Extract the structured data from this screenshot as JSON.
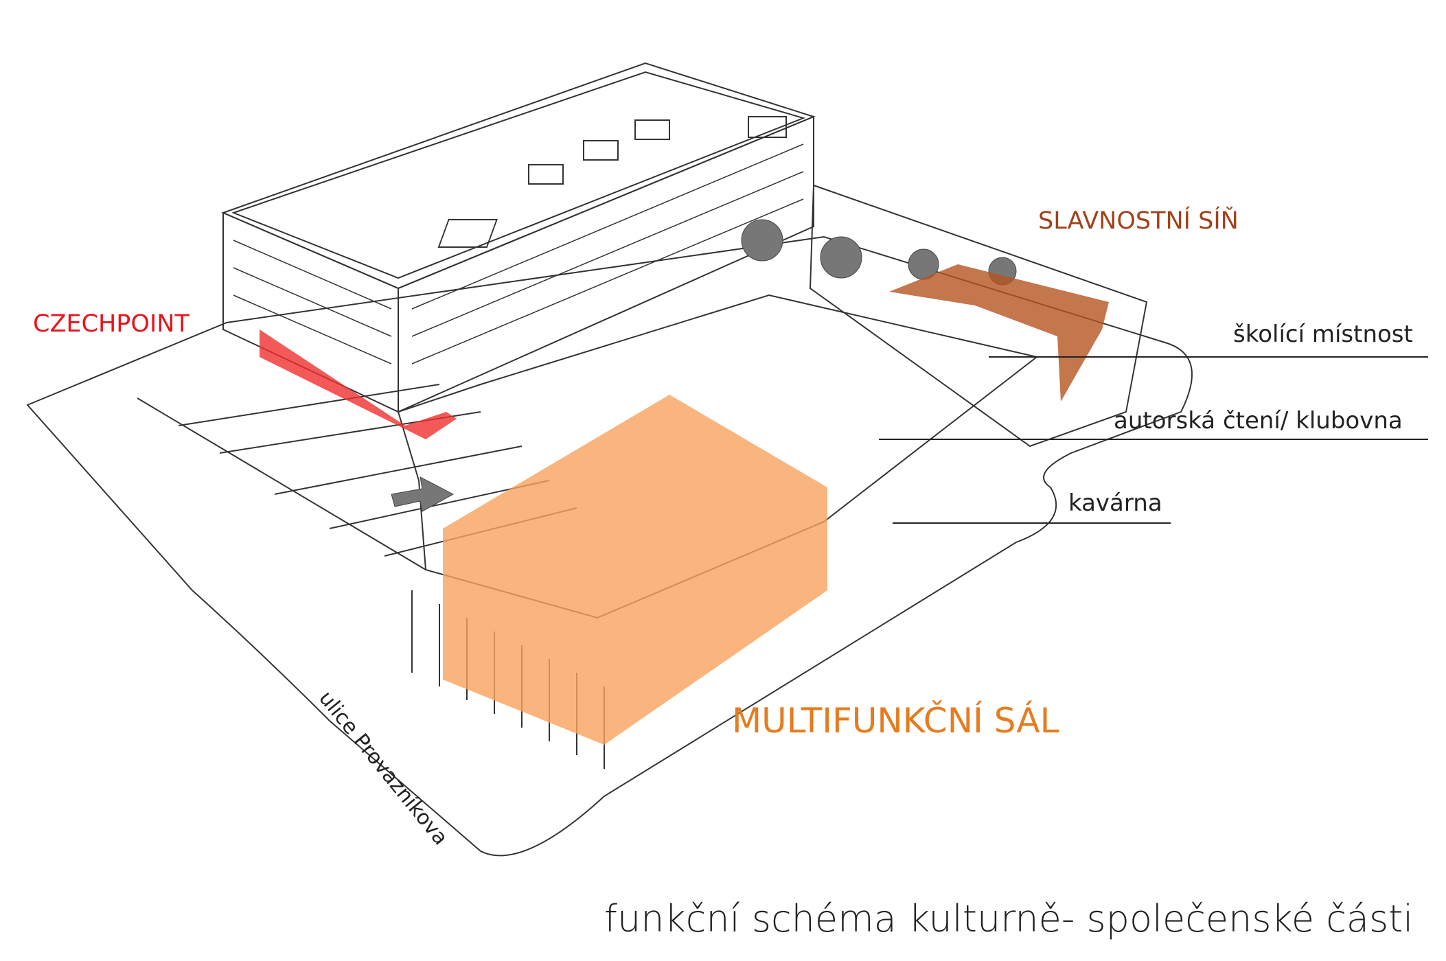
{
  "labels": {
    "czechpoint": "CZECHPOINT",
    "slavnostni_sin": "SLAVNOSTNÍ SÍŇ",
    "skolici_mistnost": "školící místnost",
    "autorska_cteni": "autorská čtení/ klubovna",
    "kavarna": "kavárna",
    "multifunkcni_sal": "MULTIFUNKČNÍ SÁL",
    "street": "ulice Provazníkova"
  },
  "caption": "funkční schéma kulturně- společenské části",
  "colors": {
    "czechpoint": "#e8141c",
    "slavnostni_sin": "#a0421a",
    "multifunkcni_sal": "#e57c1f",
    "sal_fill": "#f7a35c",
    "sin_fill": "#b5541f",
    "czech_fill": "#f03030",
    "line": "#222222"
  }
}
